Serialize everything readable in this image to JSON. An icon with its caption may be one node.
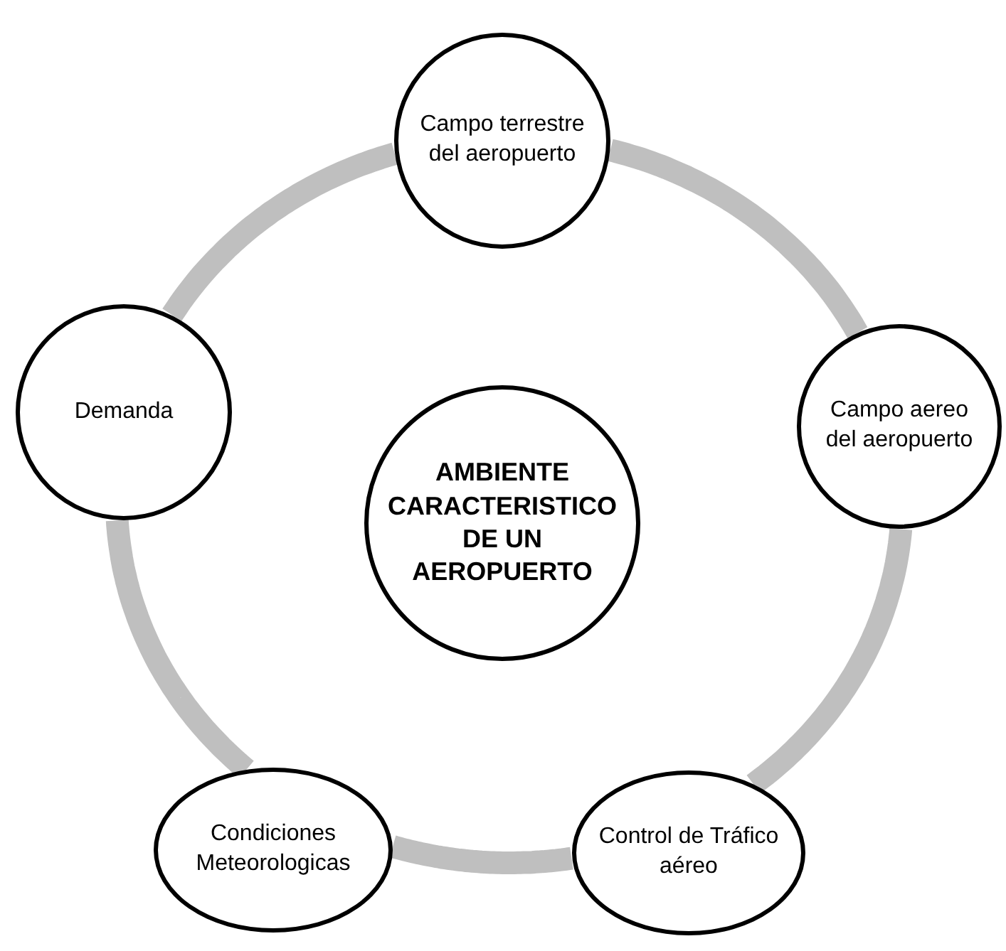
{
  "diagram": {
    "nodes": [
      {
        "text": [
          "AMBIENTE CARACTERISTICO DE UN AEROPUERTO"
        ]
      },
      {
        "text": [
          "Campo terrestre del aeropuerto"
        ]
      },
      {
        "text": [
          "Campo aereo del aeropuerto"
        ]
      },
      {
        "text": [
          "Control de Tráfico aéreo"
        ]
      },
      {
        "text": [
          "Condiciones Meteorologicas"
        ]
      },
      {
        "text": [
          "Demanda"
        ]
      }
    ],
    "edges": [
      {
        "from": 1,
        "to": 2,
        "arrow": "none",
        "color": "#bfbfbf"
      },
      {
        "from": 2,
        "to": 3,
        "arrow": "none",
        "color": "#bfbfbf"
      },
      {
        "from": 3,
        "to": 4,
        "arrow": "none",
        "color": "#bfbfbf"
      },
      {
        "from": 4,
        "to": 5,
        "arrow": "none",
        "color": "#bfbfbf"
      },
      {
        "from": 5,
        "to": 1,
        "arrow": "none",
        "color": "#bfbfbf"
      }
    ]
  }
}
